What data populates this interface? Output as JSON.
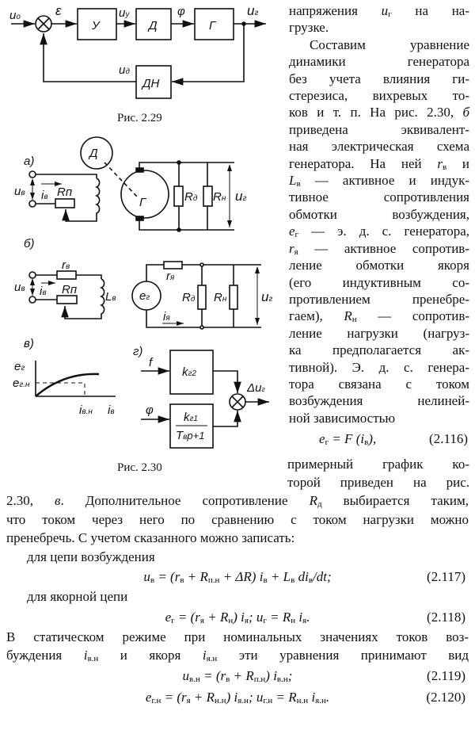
{
  "fig229": {
    "u0": "u",
    "u0s": "o",
    "eps": "ε",
    "box_u": "У",
    "uy": "u",
    "uys": "y",
    "box_d": "Д",
    "phi": "φ",
    "box_g": "Г",
    "ug": "u",
    "ugs": "г",
    "box_dn": "ДН",
    "ud": "u",
    "uds": "д",
    "caption": "Рис. 2.29"
  },
  "fig230": {
    "a": "а)",
    "b": "б)",
    "v": "в)",
    "g": "г)",
    "uv": "u",
    "uvs": "в",
    "iv": "i",
    "ivs": "в",
    "rp": "Rп",
    "d_motor": "Д",
    "g_gen": "Г",
    "rd": "R",
    "rds": "д",
    "rn": "R",
    "rns": "н",
    "ug": "u",
    "ugs": "г",
    "rv": "r",
    "rvs": "в",
    "lv": "L",
    "lvs": "в",
    "eg": "e",
    "egs": "г",
    "rya": "r",
    "ryas": "я",
    "iya": "i",
    "iyas": "я",
    "plot_y": "e",
    "plot_ys": "г",
    "plot_yn": "e",
    "plot_yns": "г.н",
    "plot_xn": "i",
    "plot_xns": "в.н",
    "plot_x": "i",
    "plot_xs": "в",
    "f": "f",
    "phi": "φ",
    "k2": "k",
    "k2s": "г2",
    "k1": "k",
    "k1s": "г1",
    "den": "T",
    "dens": "в",
    "den2": "p+1",
    "du": "Δu",
    "dus": "г",
    "caption": "Рис. 2.30"
  },
  "right_column": [
    {
      "parts": [
        "напряжения ",
        {
          "v": "u",
          "s": "г"
        },
        " на на-"
      ]
    },
    {
      "parts": [
        "грузке."
      ],
      "end": true
    },
    {
      "parts": [
        "Составим уравнение"
      ],
      "indent": true
    },
    {
      "parts": [
        "динамики генератора"
      ]
    },
    {
      "parts": [
        "без учета влияния ги-"
      ]
    },
    {
      "parts": [
        "стерезиса, вихревых то-"
      ]
    },
    {
      "parts": [
        "ков и т. п. На рис. 2.30, ",
        {
          "v": "б"
        }
      ]
    },
    {
      "parts": [
        "приведена эквивалент-"
      ]
    },
    {
      "parts": [
        "ная электрическая схема"
      ]
    },
    {
      "parts": [
        "генератора. На ней ",
        {
          "v": "r",
          "s": "в"
        },
        " и"
      ]
    },
    {
      "parts": [
        {
          "v": "L",
          "s": "в"
        },
        " — активное и индук-"
      ]
    },
    {
      "parts": [
        "тивное сопротивления"
      ]
    },
    {
      "parts": [
        "обмотки возбуждения,"
      ]
    },
    {
      "parts": [
        {
          "v": "e",
          "s": "г"
        },
        " — э. д. с. генератора,"
      ]
    },
    {
      "parts": [
        {
          "v": "r",
          "s": "я"
        },
        " — активное сопротив-"
      ]
    },
    {
      "parts": [
        "ление обмотки якоря"
      ]
    },
    {
      "parts": [
        "(его индуктивным со-"
      ]
    },
    {
      "parts": [
        "противлением пренебре-"
      ]
    },
    {
      "parts": [
        "гаем), ",
        {
          "v": "R",
          "s": "н"
        },
        " — сопротив-"
      ]
    },
    {
      "parts": [
        "ление нагрузки (нагруз-"
      ]
    },
    {
      "parts": [
        "ка предполагается ак-"
      ]
    },
    {
      "parts": [
        "тивной). Э. д. с. генера-"
      ]
    },
    {
      "parts": [
        "тора связана с током"
      ]
    },
    {
      "parts": [
        "возбуждения нелиней-"
      ]
    },
    {
      "parts": [
        "ной зависимостью"
      ],
      "end": true
    }
  ],
  "eq116": {
    "parts": [
      {
        "v": "e",
        "s": "г"
      },
      " = ",
      {
        "v": "F"
      },
      " (",
      {
        "v": "i",
        "s": "в"
      },
      "),"
    ],
    "number": "(2.116)"
  },
  "right_column_2": [
    {
      "parts": [
        "примерный график ко-"
      ]
    },
    {
      "parts": [
        "торой приведен на рис."
      ]
    }
  ],
  "full_width": [
    {
      "type": "line",
      "parts": [
        "2.30, ",
        {
          "v": "в"
        },
        ". Дополнительное сопротивление ",
        {
          "v": "R",
          "s": "д"
        },
        " выбирается таким,"
      ]
    },
    {
      "type": "line",
      "parts": [
        "что током через него по сравнению с током нагрузки можно"
      ]
    },
    {
      "type": "line",
      "parts": [
        "пренебречь. С учетом сказанного можно записать:"
      ],
      "end": true
    },
    {
      "type": "line",
      "parts": [
        "для цепи возбуждения"
      ],
      "end": true,
      "indent": true
    },
    {
      "type": "eq",
      "parts": [
        {
          "v": "u",
          "s": "в"
        },
        " = (",
        {
          "v": "r",
          "s": "в"
        },
        " + ",
        {
          "v": "R",
          "s": "п.н"
        },
        " + Δ",
        {
          "v": "R"
        },
        ") ",
        {
          "v": "i",
          "s": "в"
        },
        " + ",
        {
          "v": "L",
          "s": "в"
        },
        " ",
        {
          "v": "di",
          "s": "в"
        },
        {
          "v": "/dt"
        },
        ";"
      ],
      "number": "(2.117)"
    },
    {
      "type": "line",
      "parts": [
        "для якорной цепи"
      ],
      "end": true,
      "indent": true
    },
    {
      "type": "eq",
      "parts": [
        {
          "v": "e",
          "s": "г"
        },
        " = (",
        {
          "v": "r",
          "s": "я"
        },
        " + ",
        {
          "v": "R",
          "s": "н"
        },
        ") ",
        {
          "v": "i",
          "s": "я"
        },
        ";    ",
        {
          "v": "u",
          "s": "г"
        },
        " = ",
        {
          "v": "R",
          "s": "н"
        },
        " ",
        {
          "v": "i",
          "s": "я"
        },
        "."
      ],
      "number": "(2.118)"
    },
    {
      "type": "line",
      "parts": [
        "В статическом режиме при номинальных значениях токов воз-"
      ]
    },
    {
      "type": "line",
      "parts": [
        "буждения ",
        {
          "v": "i",
          "s": "в.н"
        },
        " и якоря ",
        {
          "v": "i",
          "s": "я.н"
        },
        " эти уравнения принимают вид"
      ]
    },
    {
      "type": "eq",
      "parts": [
        {
          "v": "u",
          "s": "в.н"
        },
        " = (",
        {
          "v": "r",
          "s": "в"
        },
        " + ",
        {
          "v": "R",
          "s": "п.н"
        },
        ") ",
        {
          "v": "i",
          "s": "в.н"
        },
        ";"
      ],
      "number": "(2.119)"
    },
    {
      "type": "eq",
      "parts": [
        {
          "v": "e",
          "s": "г.н"
        },
        " = (",
        {
          "v": "r",
          "s": "я"
        },
        " + ",
        {
          "v": "R",
          "s": "н.н"
        },
        ") ",
        {
          "v": "i",
          "s": "я.н"
        },
        ";    ",
        {
          "v": "u",
          "s": "г.н"
        },
        " = ",
        {
          "v": "R",
          "s": "н.н"
        },
        " ",
        {
          "v": "i",
          "s": "я.н"
        },
        "."
      ],
      "number": "(2.120)"
    }
  ]
}
